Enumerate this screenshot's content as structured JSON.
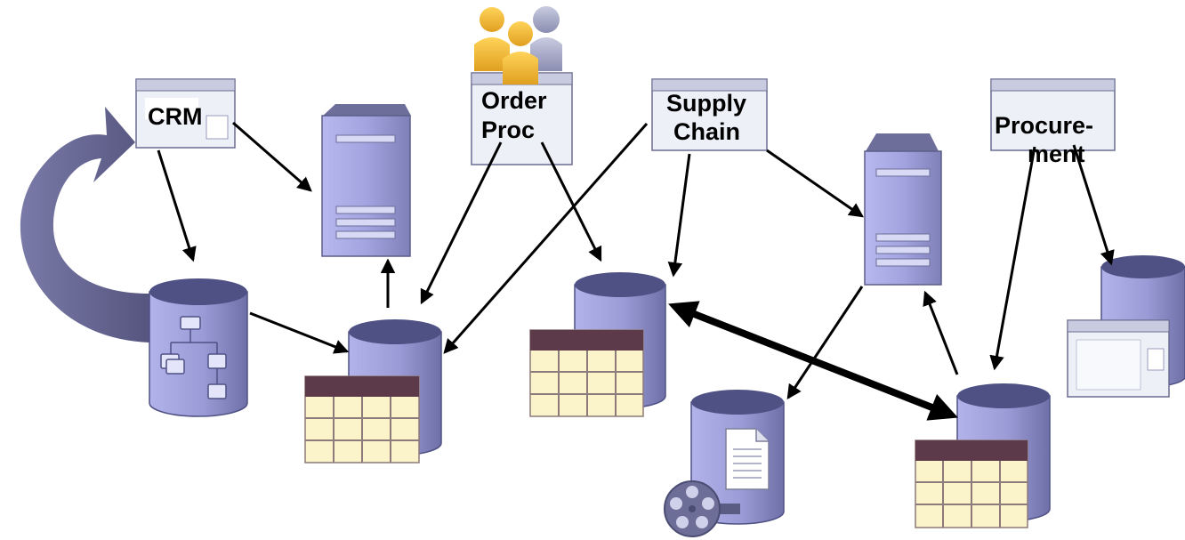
{
  "labels": {
    "crm": "CRM",
    "order_1": "Order",
    "order_2": "Proc",
    "supply_1": "Supply",
    "supply_2": "Chain",
    "procure_1": "Procure-",
    "procure_2": "ment"
  },
  "colors": {
    "server_fill": "#9fa0dc",
    "server_top": "#6d6e99",
    "db_fill": "#9d9ed8",
    "db_top": "#4f5185",
    "table_header": "#5c3a4a",
    "table_cell": "#fbf3c9",
    "window_fill": "#eef0f7",
    "window_bar": "#c9cbe0",
    "cycle_arrow": "#6a6a9c",
    "connector": "#000000"
  },
  "icons": [
    "window-icon",
    "server-icon",
    "database-icon",
    "data-table-icon",
    "users-icon",
    "document-icon",
    "film-reel-icon",
    "cycle-arrow-icon"
  ]
}
